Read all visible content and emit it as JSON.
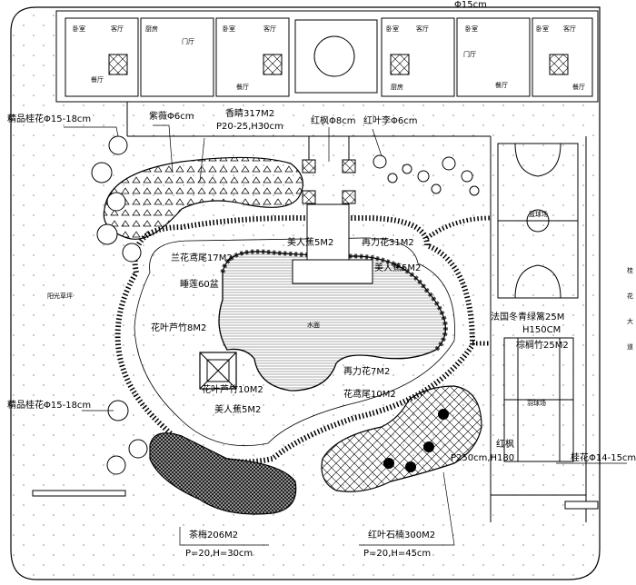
{
  "top_dimension": "Φ15cm",
  "building": {
    "rooms": [
      {
        "id": "u1-bed",
        "text": "卧室"
      },
      {
        "id": "u1-living",
        "text": "客厅"
      },
      {
        "id": "u1-dining",
        "text": "餐厅"
      },
      {
        "id": "u2-kitchen",
        "text": "厨房"
      },
      {
        "id": "u2-door",
        "text": "门厅"
      },
      {
        "id": "u3-bed",
        "text": "卧室"
      },
      {
        "id": "u3-living",
        "text": "客厅"
      },
      {
        "id": "u3-dining",
        "text": "餐厅"
      },
      {
        "id": "u4-bed",
        "text": "卧室"
      },
      {
        "id": "u4-living",
        "text": "客厅"
      },
      {
        "id": "u4-kitchen",
        "text": "厨房"
      },
      {
        "id": "u5-bed",
        "text": "卧室"
      },
      {
        "id": "u5-door",
        "text": "门厅"
      },
      {
        "id": "u5-dining",
        "text": "餐厅"
      },
      {
        "id": "u6-bed",
        "text": "卧室"
      },
      {
        "id": "u6-living",
        "text": "客厅"
      },
      {
        "id": "u6-dining",
        "text": "餐厅"
      }
    ]
  },
  "labels": {
    "osmanthus_top": "精品桂花Φ15-18cm",
    "rose": "紫薇Φ6cm",
    "ornamental_area": "香睛317M2",
    "ornamental_spec": "P20-25,H30cm",
    "red_maple": "红枫Φ8cm",
    "red_leaf_plum": "红叶李Φ6cm",
    "canna": "美人蕉5M2",
    "kebrig": "再力花31M2",
    "iris1": "兰花鸢尾17M2",
    "canna2": "美人蕉5M2",
    "lotus": "睡莲60盆",
    "reed1": "花叶芦竹8M2",
    "water": "水面",
    "thalia": "再力花7M2",
    "iris2": "花鸢尾10M2",
    "reed2": "花叶芦竹10M2",
    "canna3": "美人蕉5M2",
    "sun_lawn": "阳光草坪",
    "osmanthus_mid": "精品桂花Φ15-18cm",
    "tea_area": "茶梅206M2",
    "tea_spec": "P=20,H=30cm",
    "photinia_area": "红叶石楠300M2",
    "photinia_spec": "P=20,H=45cm",
    "holly": "法国冬青绿篱25M",
    "holly_h": "H150CM",
    "palm": "棕榈竹25M2",
    "maple2": "红枫",
    "maple2_spec": "P250cm,H180",
    "osmanthus_right": "桂花Φ14-15cm",
    "basketball": "篮球场",
    "badminton": "羽球场",
    "road_text": [
      "桂",
      "花",
      "大",
      "道"
    ]
  }
}
